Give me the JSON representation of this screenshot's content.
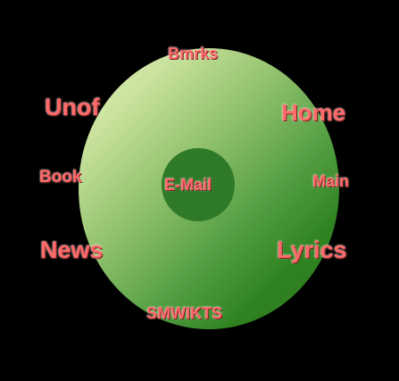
{
  "menu": {
    "items": {
      "bmrks": "Bmrks",
      "unof": "Unof",
      "home": "Home",
      "book": "Book",
      "email": "E-Mail",
      "main": "Main",
      "news": "News",
      "lyrics": "Lyrics",
      "smwikts": "SMWIKTS"
    }
  },
  "colors": {
    "background": "#000000",
    "label": "#ff6b6b",
    "disc_light": "#f2f6c6",
    "disc_dark": "#2f7a1e",
    "center": "#2f7a28"
  }
}
